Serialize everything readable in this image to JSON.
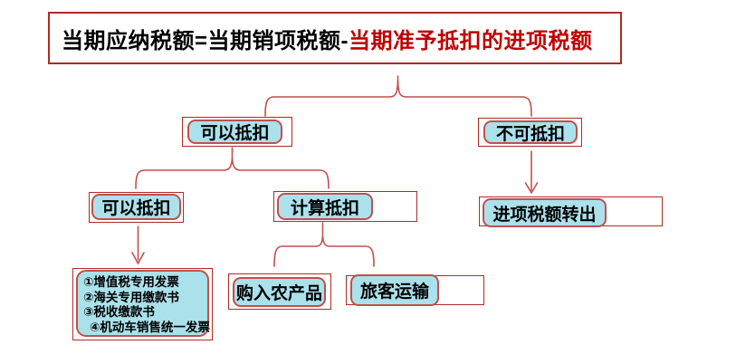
{
  "title": {
    "black_part": "当期应纳税额=当期销项税额-",
    "red_part": "当期准予抵扣的进项税额"
  },
  "nodes": {
    "level1_left": "可以抵扣",
    "level1_right": "不可抵扣",
    "level2_left": "可以抵扣",
    "level2_mid": "计算抵扣",
    "level2_right": "进项税额转出",
    "bottom_left": "购入农产品",
    "bottom_right": "旅客运输",
    "list_items": [
      "①增值税专用发票",
      "②海关专用缴款书",
      "③税收缴款书",
      "④机动车销售统一发票"
    ]
  },
  "colors": {
    "node_fill": "#abe1ea",
    "node_border": "#c0504d",
    "frame_border": "#b02a23",
    "connector": "#c0504d",
    "title_red": "#c00000",
    "text": "#000000"
  }
}
